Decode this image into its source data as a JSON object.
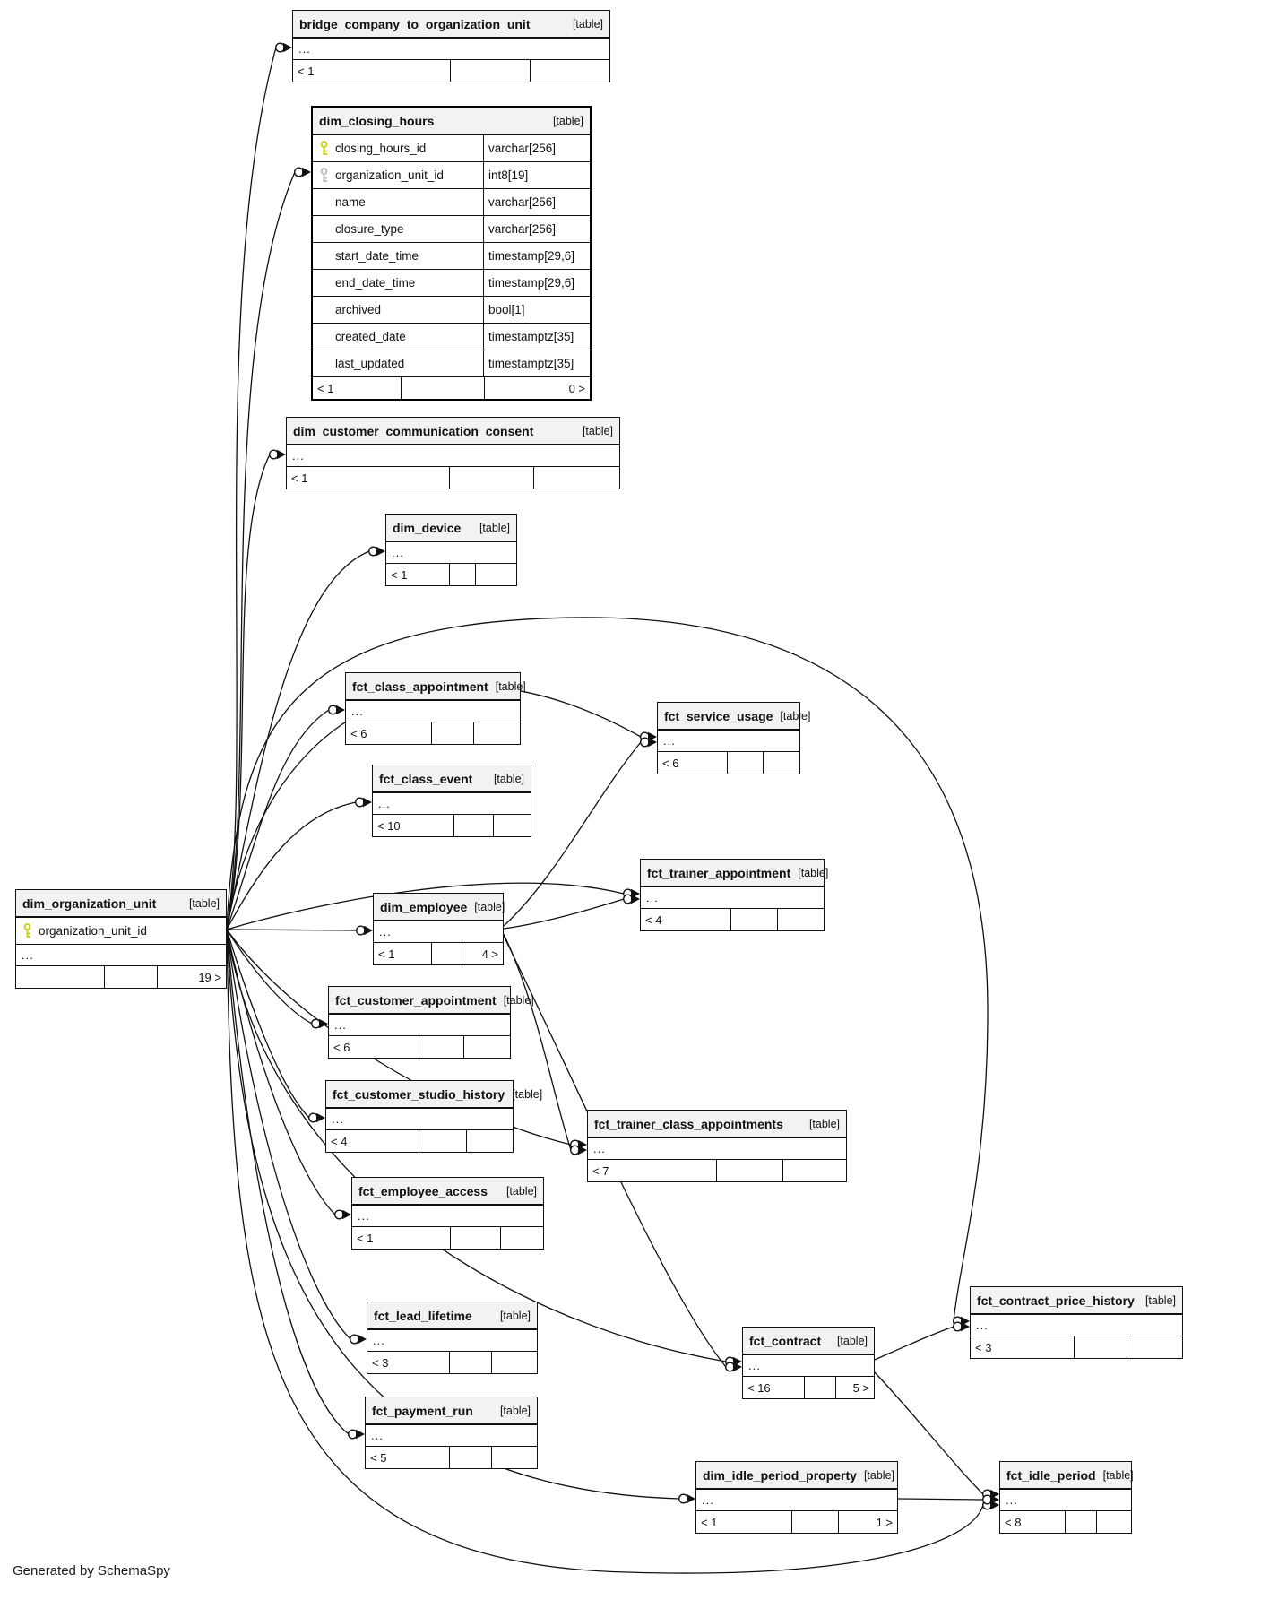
{
  "diagram": {
    "generated_by": "Generated by SchemaSpy",
    "colors": {
      "header_bg": "#f2f2f2",
      "border": "#111111",
      "primary_key": "#c9cf08",
      "foreign_key": "#b9b9b9",
      "background": "#ffffff"
    },
    "tables": [
      {
        "id": "bridge_company_to_organization_unit",
        "name": "bridge_company_to_organization_unit",
        "tag": "[table]",
        "ellipsis": "...",
        "footer": [
          "< 1",
          "",
          ""
        ]
      },
      {
        "id": "dim_closing_hours",
        "name": "dim_closing_hours",
        "tag": "[table]",
        "columns": [
          {
            "key": "primary",
            "name": "closing_hours_id",
            "type": "varchar[256]"
          },
          {
            "key": "foreign",
            "name": "organization_unit_id",
            "type": "int8[19]"
          },
          {
            "key": "",
            "name": "name",
            "type": "varchar[256]"
          },
          {
            "key": "",
            "name": "closure_type",
            "type": "varchar[256]"
          },
          {
            "key": "",
            "name": "start_date_time",
            "type": "timestamp[29,6]"
          },
          {
            "key": "",
            "name": "end_date_time",
            "type": "timestamp[29,6]"
          },
          {
            "key": "",
            "name": "archived",
            "type": "bool[1]"
          },
          {
            "key": "",
            "name": "created_date",
            "type": "timestamptz[35]"
          },
          {
            "key": "",
            "name": "last_updated",
            "type": "timestamptz[35]"
          }
        ],
        "footer": [
          "< 1",
          "",
          "0 >"
        ]
      },
      {
        "id": "dim_customer_communication_consent",
        "name": "dim_customer_communication_consent",
        "tag": "[table]",
        "ellipsis": "...",
        "footer": [
          "< 1",
          "",
          ""
        ]
      },
      {
        "id": "dim_device",
        "name": "dim_device",
        "tag": "[table]",
        "ellipsis": "...",
        "footer": [
          "< 1",
          "",
          ""
        ]
      },
      {
        "id": "fct_class_appointment",
        "name": "fct_class_appointment",
        "tag": "[table]",
        "ellipsis": "...",
        "footer": [
          "< 6",
          "",
          ""
        ]
      },
      {
        "id": "fct_class_event",
        "name": "fct_class_event",
        "tag": "[table]",
        "ellipsis": "...",
        "footer": [
          "< 10",
          "",
          ""
        ]
      },
      {
        "id": "fct_service_usage",
        "name": "fct_service_usage",
        "tag": "[table]",
        "ellipsis": "...",
        "footer": [
          "< 6",
          "",
          ""
        ]
      },
      {
        "id": "fct_trainer_appointment",
        "name": "fct_trainer_appointment",
        "tag": "[table]",
        "ellipsis": "...",
        "footer": [
          "< 4",
          "",
          ""
        ]
      },
      {
        "id": "dim_employee",
        "name": "dim_employee",
        "tag": "[table]",
        "ellipsis": "...",
        "footer": [
          "< 1",
          "",
          "4 >"
        ]
      },
      {
        "id": "dim_organization_unit",
        "name": "dim_organization_unit",
        "tag": "[table]",
        "columns": [
          {
            "key": "primary",
            "name": "organization_unit_id",
            "type": ""
          }
        ],
        "ellipsis": "...",
        "footer": [
          "",
          "",
          "19 >"
        ]
      },
      {
        "id": "fct_customer_appointment",
        "name": "fct_customer_appointment",
        "tag": "[table]",
        "ellipsis": "...",
        "footer": [
          "< 6",
          "",
          ""
        ]
      },
      {
        "id": "fct_customer_studio_history",
        "name": "fct_customer_studio_history",
        "tag": "[table]",
        "ellipsis": "...",
        "footer": [
          "< 4",
          "",
          ""
        ]
      },
      {
        "id": "fct_employee_access",
        "name": "fct_employee_access",
        "tag": "[table]",
        "ellipsis": "...",
        "footer": [
          "< 1",
          "",
          ""
        ]
      },
      {
        "id": "fct_trainer_class_appointments",
        "name": "fct_trainer_class_appointments",
        "tag": "[table]",
        "ellipsis": "...",
        "footer": [
          "< 7",
          "",
          ""
        ]
      },
      {
        "id": "fct_lead_lifetime",
        "name": "fct_lead_lifetime",
        "tag": "[table]",
        "ellipsis": "...",
        "footer": [
          "< 3",
          "",
          ""
        ]
      },
      {
        "id": "fct_payment_run",
        "name": "fct_payment_run",
        "tag": "[table]",
        "ellipsis": "...",
        "footer": [
          "< 5",
          "",
          ""
        ]
      },
      {
        "id": "fct_contract",
        "name": "fct_contract",
        "tag": "[table]",
        "ellipsis": "...",
        "footer": [
          "< 16",
          "",
          "5 >"
        ]
      },
      {
        "id": "fct_contract_price_history",
        "name": "fct_contract_price_history",
        "tag": "[table]",
        "ellipsis": "...",
        "footer": [
          "< 3",
          "",
          ""
        ]
      },
      {
        "id": "dim_idle_period_property",
        "name": "dim_idle_period_property",
        "tag": "[table]",
        "ellipsis": "...",
        "footer": [
          "< 1",
          "",
          "1 >"
        ]
      },
      {
        "id": "fct_idle_period",
        "name": "fct_idle_period",
        "tag": "[table]",
        "ellipsis": "...",
        "footer": [
          "< 8",
          "",
          ""
        ]
      }
    ],
    "relationships": [
      {
        "from": "dim_organization_unit",
        "to": "bridge_company_to_organization_unit"
      },
      {
        "from": "dim_organization_unit",
        "to": "dim_closing_hours"
      },
      {
        "from": "dim_organization_unit",
        "to": "dim_customer_communication_consent"
      },
      {
        "from": "dim_organization_unit",
        "to": "dim_device"
      },
      {
        "from": "dim_organization_unit",
        "to": "fct_class_appointment"
      },
      {
        "from": "dim_organization_unit",
        "to": "fct_class_event"
      },
      {
        "from": "dim_organization_unit",
        "to": "fct_service_usage"
      },
      {
        "from": "dim_organization_unit",
        "to": "fct_trainer_appointment"
      },
      {
        "from": "dim_organization_unit",
        "to": "dim_employee"
      },
      {
        "from": "dim_organization_unit",
        "to": "fct_customer_appointment"
      },
      {
        "from": "dim_organization_unit",
        "to": "fct_customer_studio_history"
      },
      {
        "from": "dim_organization_unit",
        "to": "fct_employee_access"
      },
      {
        "from": "dim_organization_unit",
        "to": "fct_trainer_class_appointments"
      },
      {
        "from": "dim_organization_unit",
        "to": "fct_lead_lifetime"
      },
      {
        "from": "dim_organization_unit",
        "to": "fct_payment_run"
      },
      {
        "from": "dim_organization_unit",
        "to": "fct_contract"
      },
      {
        "from": "dim_organization_unit",
        "to": "fct_contract_price_history"
      },
      {
        "from": "dim_organization_unit",
        "to": "dim_idle_period_property"
      },
      {
        "from": "dim_organization_unit",
        "to": "fct_idle_period"
      },
      {
        "from": "dim_employee",
        "to": "fct_service_usage"
      },
      {
        "from": "dim_employee",
        "to": "fct_trainer_appointment"
      },
      {
        "from": "dim_employee",
        "to": "fct_trainer_class_appointments"
      },
      {
        "from": "dim_employee",
        "to": "fct_contract"
      },
      {
        "from": "fct_contract",
        "to": "fct_contract_price_history"
      },
      {
        "from": "fct_contract",
        "to": "fct_idle_period"
      },
      {
        "from": "dim_idle_period_property",
        "to": "fct_idle_period"
      }
    ]
  }
}
